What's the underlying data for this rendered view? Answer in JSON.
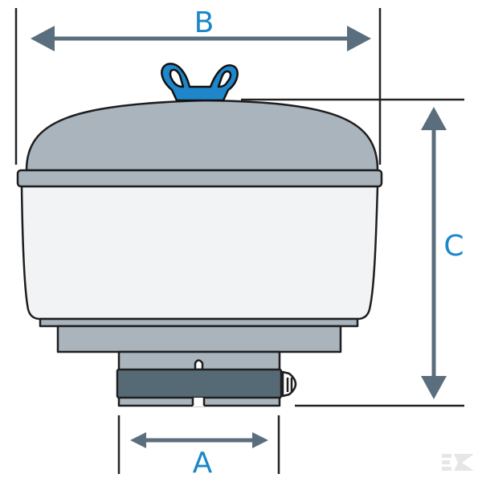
{
  "dimensions": {
    "a_label": "A",
    "b_label": "B",
    "c_label": "C"
  },
  "watermark": "K",
  "colors": {
    "body_gray": "#a9b4bd",
    "body_light": "#f2f3f4",
    "arrow": "#5a6e7d",
    "label_blue": "#1a87c8",
    "clamp": "#566a76",
    "wingnut": "#1f86c9"
  }
}
